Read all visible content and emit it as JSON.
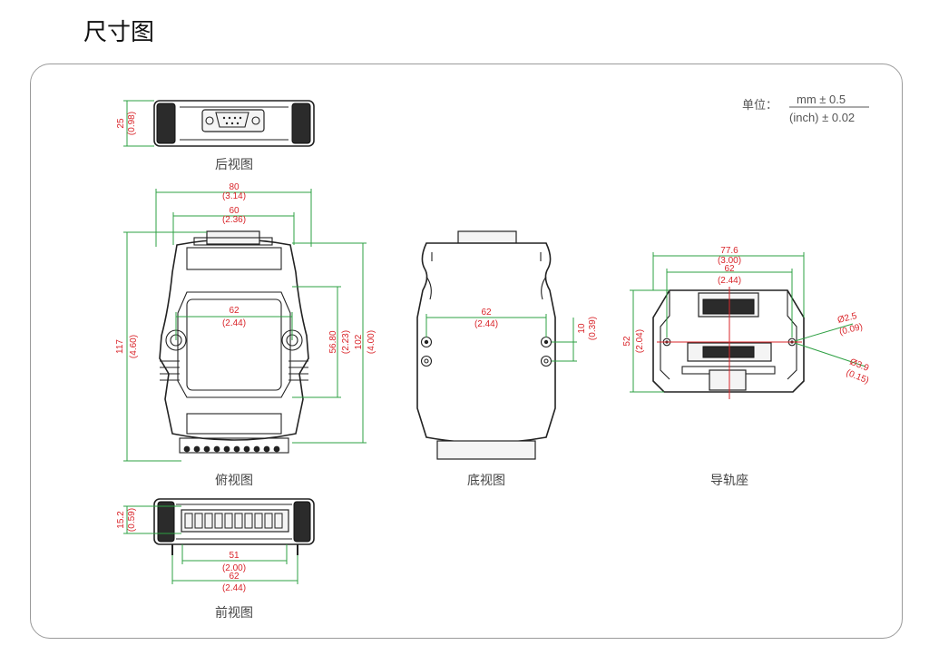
{
  "title": "尺寸图",
  "units": {
    "label": "单位：",
    "numerator": "mm ± 0.5",
    "denominator": "(inch) ± 0.02"
  },
  "captions": {
    "rear": "后视图",
    "top": "俯视图",
    "bottom": "底视图",
    "rail": "导轨座",
    "front": "前视图"
  },
  "dims": {
    "rear_h": "25",
    "rear_h_in": "(0.98)",
    "top_w80": "80",
    "top_w80_in": "(3.14)",
    "top_w60": "60",
    "top_w60_in": "(2.36)",
    "top_w62": "62",
    "top_w62_in": "(2.44)",
    "top_h117": "117",
    "top_h117_in": "(4.60)",
    "top_h56": "56.80",
    "top_h56_in": "(2.23)",
    "top_h102": "102",
    "top_h102_in": "(4.00)",
    "bot_w62": "62",
    "bot_w62_in": "(2.44)",
    "bot_h10": "10",
    "bot_h10_in": "(0.39)",
    "rail_w776": "77.6",
    "rail_w776_in": "(3.00)",
    "rail_w62": "62",
    "rail_w62_in": "(2.44)",
    "rail_h52": "52",
    "rail_h52_in": "(2.04)",
    "rail_d25": "Ø2.5",
    "rail_d25_in": "(0.09)",
    "rail_d39": "Ø3.9",
    "rail_d39_in": "(0.15)",
    "front_h": "15.2",
    "front_h_in": "(0.59)",
    "front_w51": "51",
    "front_w51_in": "(2.00)",
    "front_w62": "62",
    "front_w62_in": "(2.44)"
  }
}
